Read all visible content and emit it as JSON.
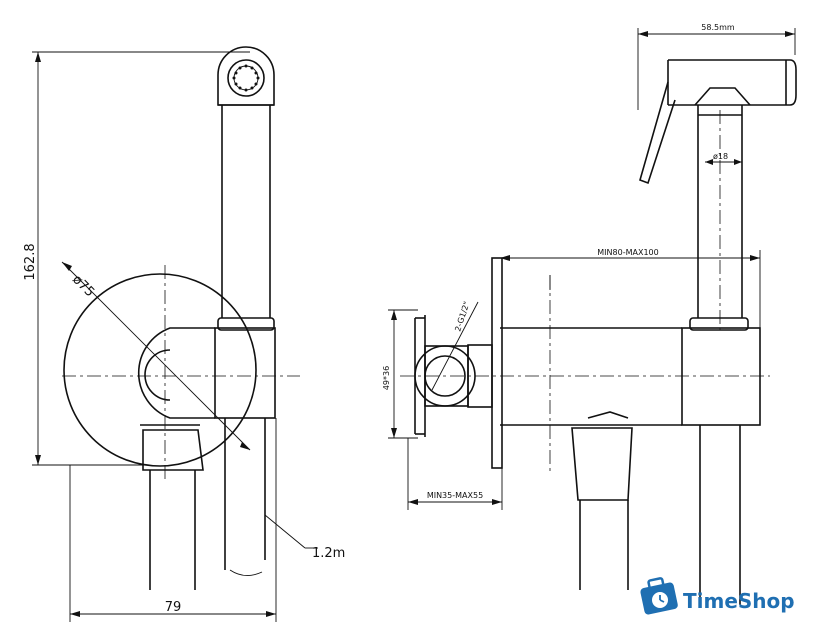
{
  "dimensions": {
    "height_total": "162.8",
    "diameter_flange": "ø75",
    "width_total": "79",
    "hose_clearance": "1.2m",
    "head_length": "58.5mm",
    "pipe_diameter": "ø18",
    "wall_depth": "MIN80-MAX100",
    "inlet_thread": "2-G1/2\"",
    "body_size": "49*36",
    "wall_offset": "MIN35-MAX55"
  },
  "watermark": {
    "brand": "TimeShop",
    "icon": "briefcase-clock-icon",
    "color": "#1f6fb2"
  }
}
